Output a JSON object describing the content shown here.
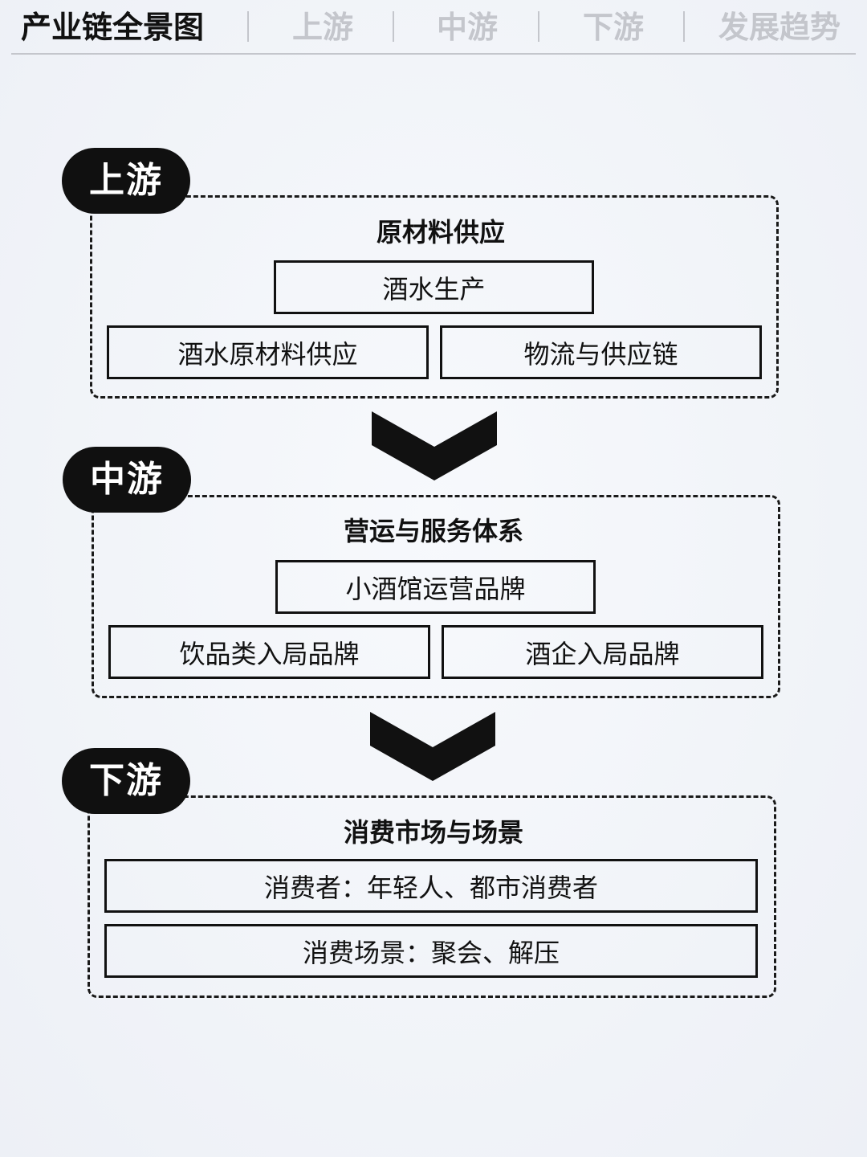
{
  "tabs": {
    "active": "产业链全景图",
    "items": [
      "上游",
      "中游",
      "下游",
      "发展趋势"
    ]
  },
  "stages": [
    {
      "label": "上游",
      "title": "原材料供应",
      "nodes": [
        "酒水生产",
        "酒水原材料供应",
        "物流与供应链"
      ]
    },
    {
      "label": "中游",
      "title": "营运与服务体系",
      "nodes": [
        "小酒馆运营品牌",
        "饮品类入局品牌",
        "酒企入局品牌"
      ]
    },
    {
      "label": "下游",
      "title": "消费市场与场景",
      "nodes": [
        "消费者：年轻人、都市消费者",
        "消费场景：聚会、解压"
      ]
    }
  ],
  "colors": {
    "ink": "#111111",
    "muted_tab": "#c4c6cc",
    "background": "#f2f4f8"
  }
}
